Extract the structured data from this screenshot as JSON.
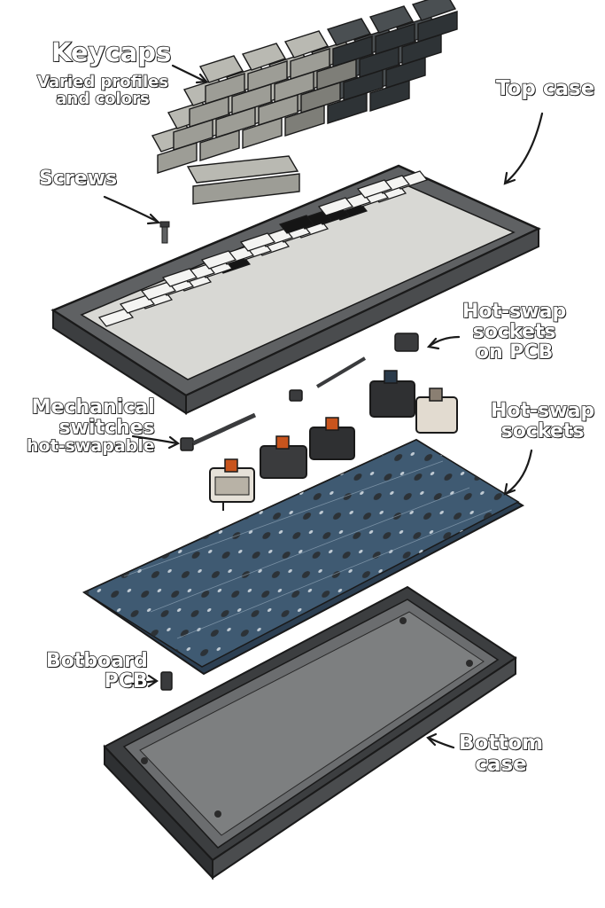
{
  "labels": {
    "keycaps": {
      "title": "Keycaps",
      "sub1": "Varied profiles",
      "sub2": "and colors"
    },
    "top_case": "Top case",
    "screws": "Screws",
    "hotswap_pcb": {
      "l1": "Hot-swap",
      "l2": "sockets",
      "l3": "on PCB"
    },
    "switches": {
      "l1": "Mechanical",
      "l2": "switches",
      "l3": "hot-swapable"
    },
    "hotswap_sockets": {
      "l1": "Hot-swap",
      "l2": "sockets"
    },
    "botboard": {
      "l1": "Botboard",
      "l2": "PCB"
    },
    "bottom_case": {
      "l1": "Bottom",
      "l2": "case"
    }
  },
  "colors": {
    "keycap_light": "#b9b9b2",
    "keycap_mid": "#9a9a94",
    "keycap_dark": "#4a4f52",
    "case_gray": "#5f6163",
    "case_dark": "#3c3e40",
    "pcb_blue": "#3f5a72",
    "switch_red": "#c8541d",
    "switch_dark": "#3a3b3d",
    "outline": "#1a1a1a"
  }
}
